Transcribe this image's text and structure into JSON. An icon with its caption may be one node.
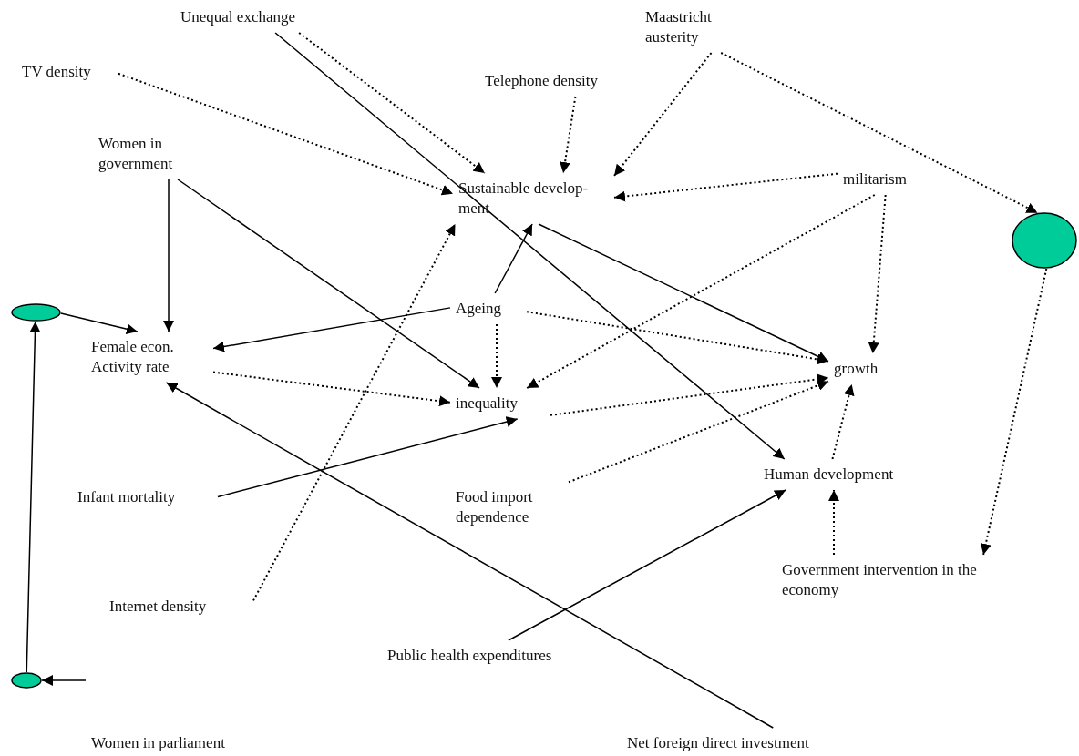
{
  "diagram": {
    "nodes": [
      {
        "text": [
          "Unequal exchange"
        ]
      },
      {
        "text": [
          "Maastricht austerity"
        ]
      },
      {
        "text": [
          "TV density"
        ]
      },
      {
        "text": [
          "Telephone density"
        ]
      },
      {
        "text": [
          "Women in government"
        ]
      },
      {
        "text": [
          "Sustainable develop- ment"
        ]
      },
      {
        "text": [
          "militarism"
        ]
      },
      {
        "text": [],
        "shape": "circle"
      },
      {
        "text": [],
        "shape": "circle"
      },
      {
        "text": [
          "Ageing"
        ]
      },
      {
        "text": [
          "Female econ. Activity rate"
        ]
      },
      {
        "text": [
          "growth"
        ]
      },
      {
        "text": [
          "inequality"
        ]
      },
      {
        "text": [
          "Infant mortality"
        ]
      },
      {
        "text": [
          "Food import dependence"
        ]
      },
      {
        "text": [
          "Human development"
        ]
      },
      {
        "text": [
          "Government intervention in the economy"
        ]
      },
      {
        "text": [
          "Internet density"
        ]
      },
      {
        "text": [
          "Public health expenditures"
        ]
      },
      {
        "text": [],
        "shape": "circle"
      },
      {
        "text": [
          "Women in parliament"
        ]
      },
      {
        "text": [
          "Net foreign direct investment"
        ]
      }
    ],
    "edges": [
      {
        "from": 0,
        "to": 5,
        "arrow": "to",
        "style": "dashed"
      },
      {
        "from": 0,
        "to": 15,
        "arrow": "to"
      },
      {
        "from": 1,
        "to": 5,
        "arrow": "to",
        "style": "dashed"
      },
      {
        "from": 1,
        "to": 7,
        "arrow": "to",
        "style": "dashed"
      },
      {
        "from": 2,
        "to": 5,
        "arrow": "to",
        "style": "dashed"
      },
      {
        "from": 3,
        "to": 5,
        "arrow": "to",
        "style": "dashed"
      },
      {
        "from": 6,
        "to": 5,
        "arrow": "to",
        "style": "dashed"
      },
      {
        "from": 6,
        "to": 12,
        "arrow": "to",
        "style": "dashed"
      },
      {
        "from": 6,
        "to": 11,
        "arrow": "to",
        "style": "dashed"
      },
      {
        "from": 4,
        "to": 10,
        "arrow": "to"
      },
      {
        "from": 4,
        "to": 12,
        "arrow": "to"
      },
      {
        "from": 5,
        "to": 11,
        "arrow": "to"
      },
      {
        "from": 9,
        "to": 5,
        "arrow": "to"
      },
      {
        "from": 9,
        "to": 10,
        "arrow": "to"
      },
      {
        "from": 9,
        "to": 12,
        "arrow": "to",
        "style": "dashed"
      },
      {
        "from": 9,
        "to": 11,
        "arrow": "to",
        "style": "dashed"
      },
      {
        "from": 8,
        "to": 10,
        "arrow": "to"
      },
      {
        "from": 10,
        "to": 12,
        "arrow": "to",
        "style": "dashed"
      },
      {
        "from": 12,
        "to": 11,
        "arrow": "to",
        "style": "dashed"
      },
      {
        "from": 14,
        "to": 11,
        "arrow": "to",
        "style": "dashed"
      },
      {
        "from": 13,
        "to": 12,
        "arrow": "to"
      },
      {
        "from": 17,
        "to": 5,
        "arrow": "to",
        "style": "dashed"
      },
      {
        "from": 15,
        "to": 11,
        "arrow": "to",
        "style": "dashed"
      },
      {
        "from": 18,
        "to": 15,
        "arrow": "to"
      },
      {
        "from": 16,
        "to": 15,
        "arrow": "to",
        "style": "dashed"
      },
      {
        "from": 7,
        "to": 16,
        "arrow": "to",
        "style": "dashed"
      },
      {
        "from": 21,
        "to": 10,
        "arrow": "to"
      },
      {
        "from": 19,
        "to": 8,
        "arrow": "to"
      },
      {
        "from": 20,
        "to": 19,
        "arrow": "to"
      }
    ]
  }
}
